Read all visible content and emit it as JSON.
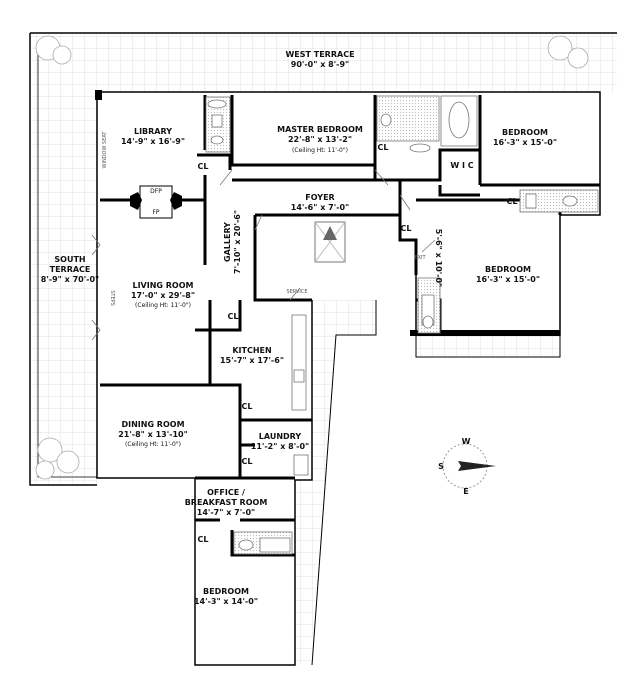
{
  "terraces": {
    "west": {
      "name": "WEST TERRACE",
      "dims": "90'-0\" x 8'-9\""
    },
    "south": {
      "name_line1": "SOUTH",
      "name_line2": "TERRACE",
      "dims": "8'-9\" x 70'-0\""
    }
  },
  "rooms": {
    "library": {
      "name": "LIBRARY",
      "dims": "14'-9\" x 16'-9\""
    },
    "master_bedroom": {
      "name": "MASTER BEDROOM",
      "dims": "22'-8\" x 13'-2\"",
      "ceiling": "(Ceiling Ht: 11'-0\")"
    },
    "bedroom_ne": {
      "name": "BEDROOM",
      "dims": "16'-3\" x 15'-0\""
    },
    "foyer": {
      "name": "FOYER",
      "dims": "14'-6\" x 7'-0\""
    },
    "gallery": {
      "name": "GALLERY",
      "dims": "7'-10\" x 20'-6\""
    },
    "living_room": {
      "name": "LIVING ROOM",
      "dims": "17'-0\" x 29'-8\"",
      "ceiling": "(Ceiling Ht: 11'-0\")"
    },
    "kitchen": {
      "name": "KITCHEN",
      "dims": "15'-7\" x 17'-6\""
    },
    "bedroom_e": {
      "name": "BEDROOM",
      "dims": "16'-3\" x 15'-0\""
    },
    "hall_e": {
      "dims": "5'-6\" x 10'-0\""
    },
    "dining_room": {
      "name": "DINING ROOM",
      "dims": "21'-8\" x 13'-10\"",
      "ceiling": "(Ceiling Ht: 11'-0\")"
    },
    "laundry": {
      "name": "LAUNDRY",
      "dims": "11'-2\" x 8'-0\""
    },
    "office": {
      "name_line1": "OFFICE /",
      "name_line2": "BREAKFAST ROOM",
      "dims": "14'-7\" x 7'-0\""
    },
    "bedroom_s": {
      "name": "BEDROOM",
      "dims": "14'-3\" x 14'-0\""
    }
  },
  "small_labels": {
    "closet": "CL",
    "wic": "W I C",
    "dfp": "DFP",
    "fp": "FP",
    "window_seat": "WINDOW SEAT",
    "steps": "STEPS",
    "service": "SERVICE",
    "exit": "EXIT"
  },
  "compass": {
    "north_label": "W",
    "south_label": "E",
    "west_label": "S",
    "icon": "compass-arrow-icon"
  },
  "colors": {
    "wall": "#000000",
    "grid": "#d9d9d9",
    "fixture": "#777777"
  }
}
